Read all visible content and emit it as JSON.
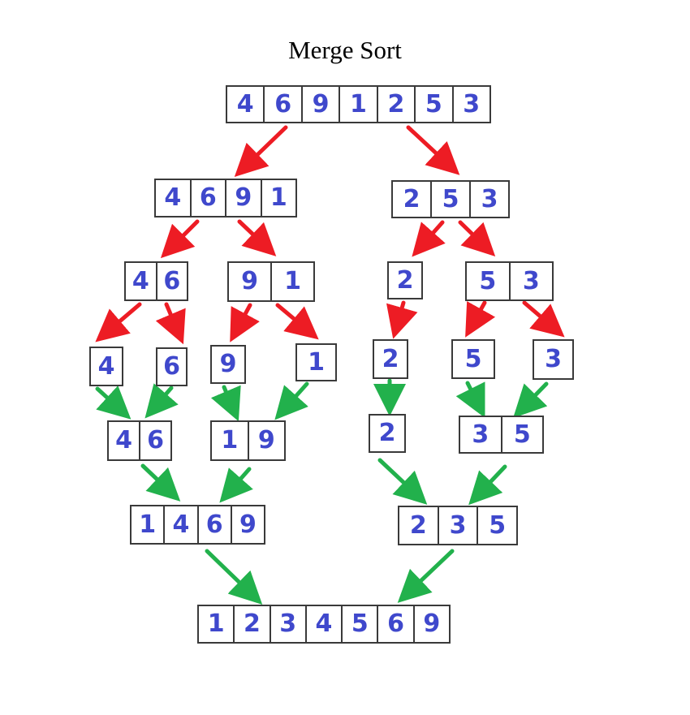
{
  "title": "Merge Sort",
  "colors": {
    "digit": "#3f48cc",
    "split_arrow": "#ed1c24",
    "merge_arrow": "#22b14c",
    "box_border": "#3a3a3a"
  },
  "nodes": {
    "root": {
      "values": [
        "4",
        "6",
        "9",
        "1",
        "2",
        "5",
        "3"
      ]
    },
    "split_4691": {
      "values": [
        "4",
        "6",
        "9",
        "1"
      ]
    },
    "split_253": {
      "values": [
        "2",
        "5",
        "3"
      ]
    },
    "split_46": {
      "values": [
        "4",
        "6"
      ]
    },
    "split_91": {
      "values": [
        "9",
        "1"
      ]
    },
    "split_2": {
      "values": [
        "2"
      ]
    },
    "split_53": {
      "values": [
        "5",
        "3"
      ]
    },
    "single_4": {
      "values": [
        "4"
      ]
    },
    "single_6": {
      "values": [
        "6"
      ]
    },
    "single_9": {
      "values": [
        "9"
      ]
    },
    "single_1": {
      "values": [
        "1"
      ]
    },
    "single_2": {
      "values": [
        "2"
      ]
    },
    "single_5": {
      "values": [
        "5"
      ]
    },
    "single_3": {
      "values": [
        "3"
      ]
    },
    "merge_46": {
      "values": [
        "4",
        "6"
      ]
    },
    "merge_19": {
      "values": [
        "1",
        "9"
      ]
    },
    "merge_2": {
      "values": [
        "2"
      ]
    },
    "merge_35": {
      "values": [
        "3",
        "5"
      ]
    },
    "merge_1469": {
      "values": [
        "1",
        "4",
        "6",
        "9"
      ]
    },
    "merge_235": {
      "values": [
        "2",
        "3",
        "5"
      ]
    },
    "merge_final": {
      "values": [
        "1",
        "2",
        "3",
        "4",
        "5",
        "6",
        "9"
      ]
    }
  },
  "edges": [
    {
      "from": "root",
      "to": "split_4691",
      "phase": "split"
    },
    {
      "from": "root",
      "to": "split_253",
      "phase": "split"
    },
    {
      "from": "split_4691",
      "to": "split_46",
      "phase": "split"
    },
    {
      "from": "split_4691",
      "to": "split_91",
      "phase": "split"
    },
    {
      "from": "split_253",
      "to": "split_2",
      "phase": "split"
    },
    {
      "from": "split_253",
      "to": "split_53",
      "phase": "split"
    },
    {
      "from": "split_46",
      "to": "single_4",
      "phase": "split"
    },
    {
      "from": "split_46",
      "to": "single_6",
      "phase": "split"
    },
    {
      "from": "split_91",
      "to": "single_9",
      "phase": "split"
    },
    {
      "from": "split_91",
      "to": "single_1",
      "phase": "split"
    },
    {
      "from": "split_2",
      "to": "single_2",
      "phase": "split"
    },
    {
      "from": "split_53",
      "to": "single_5",
      "phase": "split"
    },
    {
      "from": "split_53",
      "to": "single_3",
      "phase": "split"
    },
    {
      "from": "single_4",
      "to": "merge_46",
      "phase": "merge"
    },
    {
      "from": "single_6",
      "to": "merge_46",
      "phase": "merge"
    },
    {
      "from": "single_9",
      "to": "merge_19",
      "phase": "merge"
    },
    {
      "from": "single_1",
      "to": "merge_19",
      "phase": "merge"
    },
    {
      "from": "single_2",
      "to": "merge_2",
      "phase": "merge"
    },
    {
      "from": "single_5",
      "to": "merge_35",
      "phase": "merge"
    },
    {
      "from": "single_3",
      "to": "merge_35",
      "phase": "merge"
    },
    {
      "from": "merge_46",
      "to": "merge_1469",
      "phase": "merge"
    },
    {
      "from": "merge_19",
      "to": "merge_1469",
      "phase": "merge"
    },
    {
      "from": "merge_2",
      "to": "merge_235",
      "phase": "merge"
    },
    {
      "from": "merge_35",
      "to": "merge_235",
      "phase": "merge"
    },
    {
      "from": "merge_1469",
      "to": "merge_final",
      "phase": "merge"
    },
    {
      "from": "merge_235",
      "to": "merge_final",
      "phase": "merge"
    }
  ]
}
